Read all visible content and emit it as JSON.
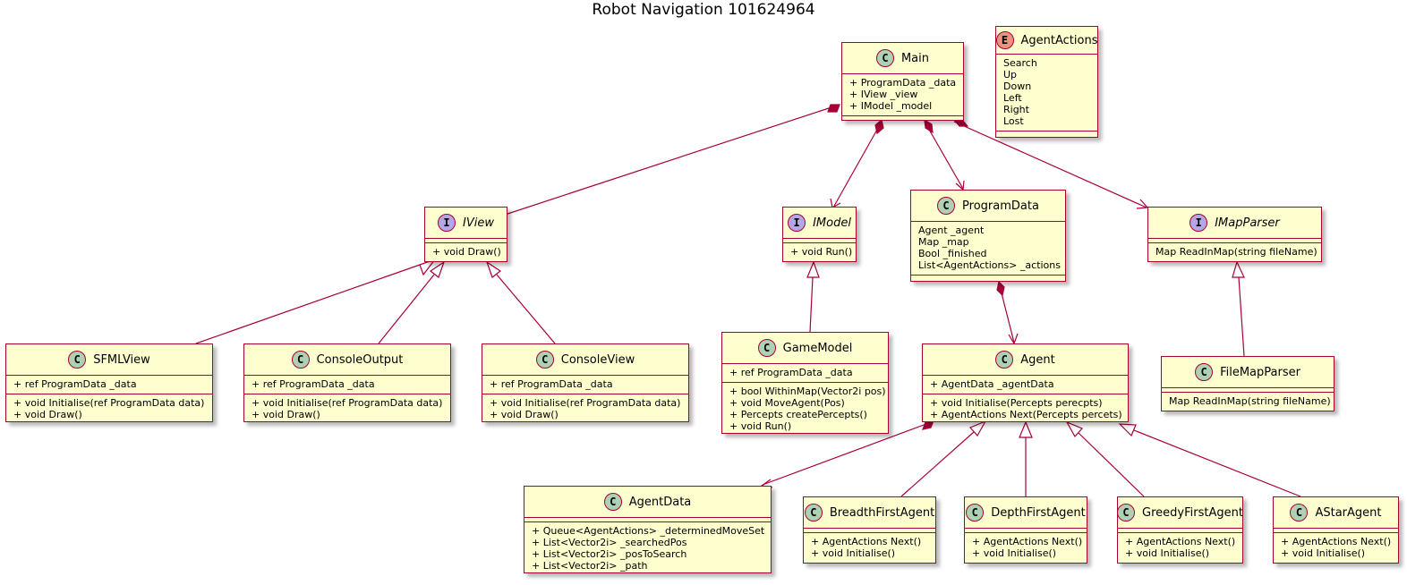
{
  "diagram": {
    "title": "Robot Navigation 101624964",
    "colors": {
      "box_fill": "#fefece",
      "border": "#a80036",
      "class_badge": "#add1b2",
      "interface_badge": "#b4a7e5",
      "enum_badge": "#eb937f"
    },
    "boxes": {
      "main": {
        "kind": "class",
        "badge": "C",
        "name": "Main",
        "attributes": [
          "+ ProgramData _data",
          "+ IView _view",
          "+ IModel _model"
        ],
        "methods": []
      },
      "agent_actions": {
        "kind": "enum",
        "badge": "E",
        "name": "AgentActions",
        "values": [
          "Search",
          "Up",
          "Down",
          "Left",
          "Right",
          "Lost"
        ]
      },
      "iview": {
        "kind": "interface",
        "badge": "I",
        "name": "IView",
        "methods": [
          "+ void Draw()"
        ]
      },
      "imodel": {
        "kind": "interface",
        "badge": "I",
        "name": "IModel",
        "methods": [
          "+ void Run()"
        ]
      },
      "program_data": {
        "kind": "class",
        "badge": "C",
        "name": "ProgramData",
        "attributes": [
          "Agent _agent",
          "Map _map",
          "Bool _finished",
          "List<AgentActions> _actions"
        ],
        "methods": []
      },
      "imapparser": {
        "kind": "interface",
        "badge": "I",
        "name": "IMapParser",
        "methods": [
          "Map ReadInMap(string fileName)"
        ]
      },
      "sfmlview": {
        "kind": "class",
        "badge": "C",
        "name": "SFMLView",
        "attributes": [
          "+ ref ProgramData _data"
        ],
        "methods": [
          "+ void Initialise(ref ProgramData data)",
          "+ void Draw()"
        ]
      },
      "console_output": {
        "kind": "class",
        "badge": "C",
        "name": "ConsoleOutput",
        "attributes": [
          "+ ref ProgramData _data"
        ],
        "methods": [
          "+ void Initialise(ref ProgramData data)",
          "+ void Draw()"
        ]
      },
      "console_view": {
        "kind": "class",
        "badge": "C",
        "name": "ConsoleView",
        "attributes": [
          "+ ref ProgramData _data"
        ],
        "methods": [
          "+ void Initialise(ref ProgramData data)",
          "+ void Draw()"
        ]
      },
      "game_model": {
        "kind": "class",
        "badge": "C",
        "name": "GameModel",
        "attributes": [
          "+ ref ProgramData _data"
        ],
        "methods": [
          "+ bool WithinMap(Vector2i pos)",
          "+ void MoveAgent(Pos)",
          "+ Percepts createPercepts()",
          "+ void Run()"
        ]
      },
      "agent": {
        "kind": "class",
        "badge": "C",
        "name": "Agent",
        "attributes": [
          "+ AgentData _agentData"
        ],
        "methods": [
          "+ void Initialise(Percepts perecpts)",
          "+ AgentActions Next(Percepts percets)"
        ]
      },
      "file_map_parser": {
        "kind": "class",
        "badge": "C",
        "name": "FileMapParser",
        "attributes": [],
        "methods": [
          "Map ReadInMap(string fileName)"
        ]
      },
      "agent_data": {
        "kind": "class",
        "badge": "C",
        "name": "AgentData",
        "attributes": [],
        "methods": [
          "+ Queue<AgentActions> _determinedMoveSet",
          "+ List<Vector2i> _searchedPos",
          "+ List<Vector2i> _posToSearch",
          "+ List<Vector2i> _path"
        ]
      },
      "breadth_first_agent": {
        "kind": "class",
        "badge": "C",
        "name": "BreadthFirstAgent",
        "attributes": [],
        "methods": [
          "+ AgentActions Next()",
          "+ void Initialise()"
        ]
      },
      "depth_first_agent": {
        "kind": "class",
        "badge": "C",
        "name": "DepthFirstAgent",
        "attributes": [],
        "methods": [
          "+ AgentActions Next()",
          "+ void Initialise()"
        ]
      },
      "greedy_first_agent": {
        "kind": "class",
        "badge": "C",
        "name": "GreedyFirstAgent",
        "attributes": [],
        "methods": [
          "+ AgentActions Next()",
          "+ void Initialise()"
        ]
      },
      "astar_agent": {
        "kind": "class",
        "badge": "C",
        "name": "AStarAgent",
        "attributes": [],
        "methods": [
          "+ AgentActions Next()",
          "+ void Initialise()"
        ]
      }
    },
    "relations": [
      {
        "type": "composition",
        "from": "Main",
        "to": "IView"
      },
      {
        "type": "composition",
        "from": "Main",
        "to": "IModel"
      },
      {
        "type": "composition",
        "from": "Main",
        "to": "ProgramData"
      },
      {
        "type": "composition",
        "from": "Main",
        "to": "IMapParser"
      },
      {
        "type": "composition",
        "from": "ProgramData",
        "to": "Agent"
      },
      {
        "type": "composition",
        "from": "Agent",
        "to": "AgentData"
      },
      {
        "type": "realization",
        "from": "SFMLView",
        "to": "IView"
      },
      {
        "type": "realization",
        "from": "ConsoleOutput",
        "to": "IView"
      },
      {
        "type": "realization",
        "from": "ConsoleView",
        "to": "IView"
      },
      {
        "type": "realization",
        "from": "GameModel",
        "to": "IModel"
      },
      {
        "type": "realization",
        "from": "FileMapParser",
        "to": "IMapParser"
      },
      {
        "type": "inheritance",
        "from": "BreadthFirstAgent",
        "to": "Agent"
      },
      {
        "type": "inheritance",
        "from": "DepthFirstAgent",
        "to": "Agent"
      },
      {
        "type": "inheritance",
        "from": "GreedyFirstAgent",
        "to": "Agent"
      },
      {
        "type": "inheritance",
        "from": "AStarAgent",
        "to": "Agent"
      }
    ]
  }
}
